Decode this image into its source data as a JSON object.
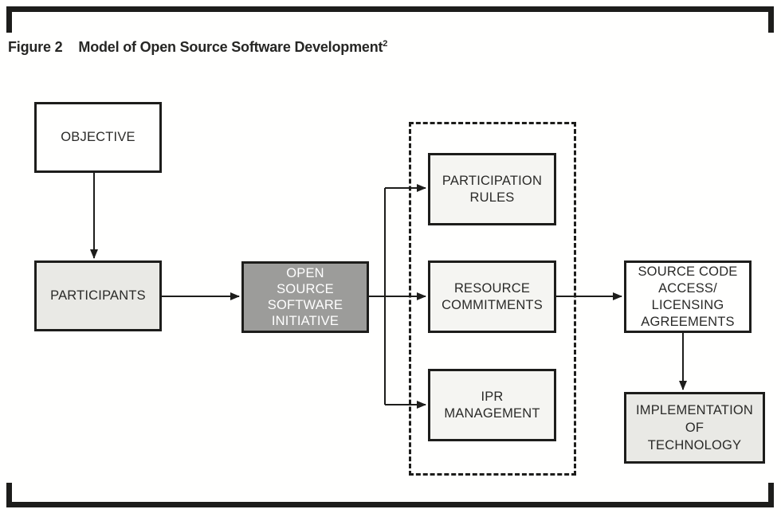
{
  "figure": {
    "label": "Figure 2",
    "title": "Model of Open Source Software Development",
    "footnote_marker": "2"
  },
  "colors": {
    "frame_and_border": "#1d1d1b",
    "box_white": "#fffffe",
    "box_light_gray": "#e9e9e5",
    "box_lighter_gray": "#f5f5f2",
    "box_dark_gray": "#9c9c9a",
    "text_dark": "#2a2a28",
    "text_light": "#ffffff"
  },
  "nodes": {
    "objective": {
      "label": "OBJECTIVE"
    },
    "participants": {
      "label": "PARTICIPANTS"
    },
    "oss_initiative": {
      "lines": [
        "OPEN",
        "SOURCE",
        "SOFTWARE",
        "INITIATIVE"
      ]
    },
    "participation_rules": {
      "lines": [
        "PARTICIPATION",
        "RULES"
      ]
    },
    "resource_commitments": {
      "lines": [
        "RESOURCE",
        "COMMITMENTS"
      ]
    },
    "ipr_management": {
      "lines": [
        "IPR",
        "MANAGEMENT"
      ]
    },
    "source_code": {
      "lines": [
        "SOURCE CODE",
        "ACCESS/",
        "LICENSING",
        "AGREEMENTS"
      ]
    },
    "implementation": {
      "lines": [
        "IMPLEMENTATION",
        "OF",
        "TECHNOLOGY"
      ]
    }
  },
  "edges": [
    {
      "from": "objective",
      "to": "participants"
    },
    {
      "from": "participants",
      "to": "oss_initiative"
    },
    {
      "from": "oss_initiative",
      "to": "participation_rules"
    },
    {
      "from": "oss_initiative",
      "to": "resource_commitments"
    },
    {
      "from": "oss_initiative",
      "to": "ipr_management"
    },
    {
      "from": "resource_commitments",
      "to": "source_code"
    },
    {
      "from": "source_code",
      "to": "implementation"
    }
  ]
}
